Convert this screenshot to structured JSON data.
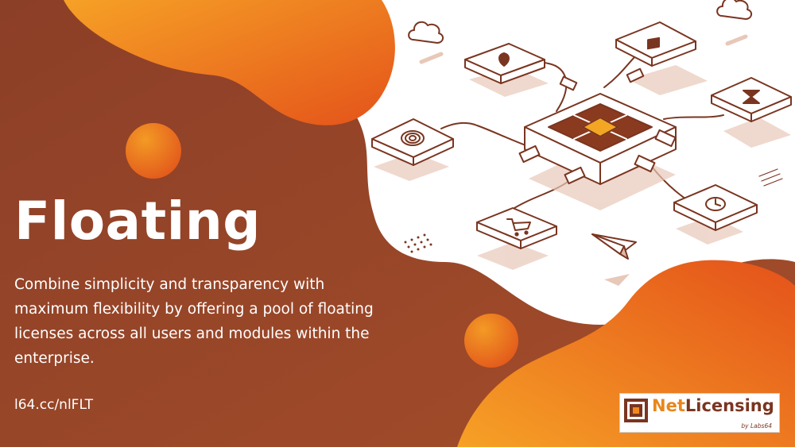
{
  "slide": {
    "title": "Floating",
    "description": "Combine simplicity and transparency with maximum flexibility by offering a pool of floating licenses across all users and modules within the enterprise.",
    "link": "l64.cc/nlFLT"
  },
  "logo": {
    "net": "Net",
    "licensing": "Licensing",
    "byline": "by Labs64"
  },
  "illustration": {
    "hub": "license-server-hub",
    "devices": [
      "location-pin-icon",
      "lock-icon",
      "hourglass-icon",
      "fingerprint-icon",
      "shopping-cart-icon",
      "clock-icon"
    ],
    "decor": [
      "cloud-icon",
      "cloud-icon",
      "paper-plane-icon"
    ]
  },
  "colors": {
    "background": "#8a3f27",
    "accent_orange": "#f08a1c",
    "accent_deep": "#e5541a",
    "white_area": "#ffffff",
    "line_art": "#7a3520",
    "logo_net": "#e8871c",
    "logo_licensing": "#7a3520"
  }
}
